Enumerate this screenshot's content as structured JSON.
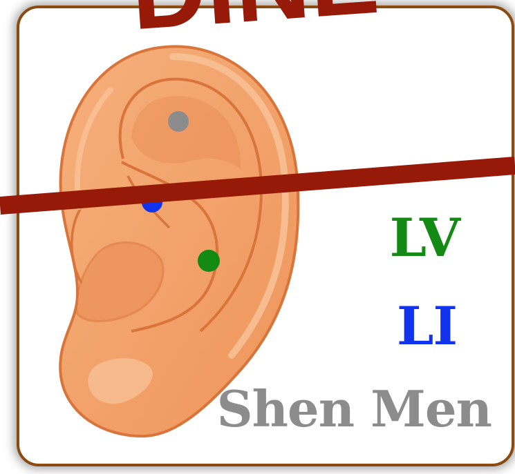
{
  "watermark_text": "DINE",
  "labels": {
    "lv": "LV",
    "li": "LI",
    "shen_men": "Shen Men"
  },
  "colors": {
    "lv": "#138a13",
    "li": "#1133ee",
    "shen_men": "#8c8c8c",
    "watermark": "#961a07",
    "frame_border": "#8a4a10",
    "ear_fill": "#f3a36c",
    "ear_outline": "#d9743a"
  }
}
